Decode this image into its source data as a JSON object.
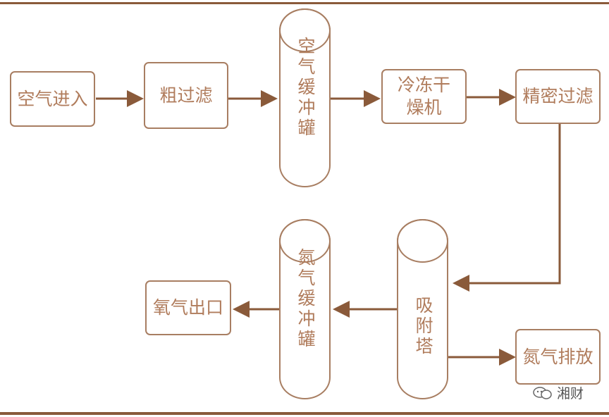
{
  "nodes": {
    "air_in": "空气进入",
    "coarse_filter": "粗过滤",
    "air_buffer_tank": "空气缓冲罐",
    "refrigerated_dryer": "冷冻干燥机",
    "precision_filter": "精密过滤",
    "adsorption_tower": "吸附塔",
    "oxygen_buffer_tank": "氮气缓冲罐",
    "oxygen_out": "氧气出口",
    "nitrogen_vent": "氮气排放"
  },
  "watermark": "湘财",
  "colors": {
    "line": "#8a5a3a",
    "text": "#b07c5c",
    "border": "#a87e62"
  }
}
